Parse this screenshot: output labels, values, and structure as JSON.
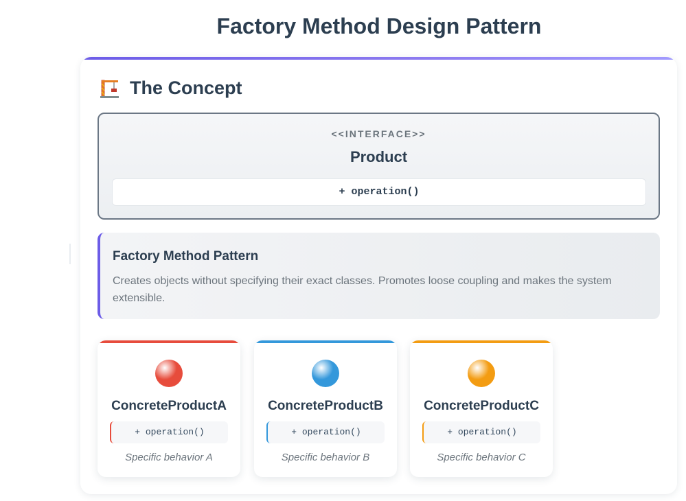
{
  "page": {
    "title": "Factory Method Design Pattern"
  },
  "concept": {
    "icon": "crane-icon",
    "heading": "The Concept",
    "accent_color": "#6c5ce7"
  },
  "interface_box": {
    "stereotype": "<<INTERFACE>>",
    "name": "Product",
    "method": "+ operation()"
  },
  "description": {
    "title": "Factory Method Pattern",
    "text": "Creates objects without specifying their exact classes. Promotes loose coupling and makes the system extensible."
  },
  "products": [
    {
      "name": "ConcreteProductA",
      "method": "+ operation()",
      "note": "Specific behavior A",
      "color": "#e74c3c",
      "icon": "red-sphere-icon"
    },
    {
      "name": "ConcreteProductB",
      "method": "+ operation()",
      "note": "Specific behavior B",
      "color": "#3498db",
      "icon": "blue-sphere-icon"
    },
    {
      "name": "ConcreteProductC",
      "method": "+ operation()",
      "note": "Specific behavior C",
      "color": "#f39c12",
      "icon": "yellow-sphere-icon"
    }
  ]
}
